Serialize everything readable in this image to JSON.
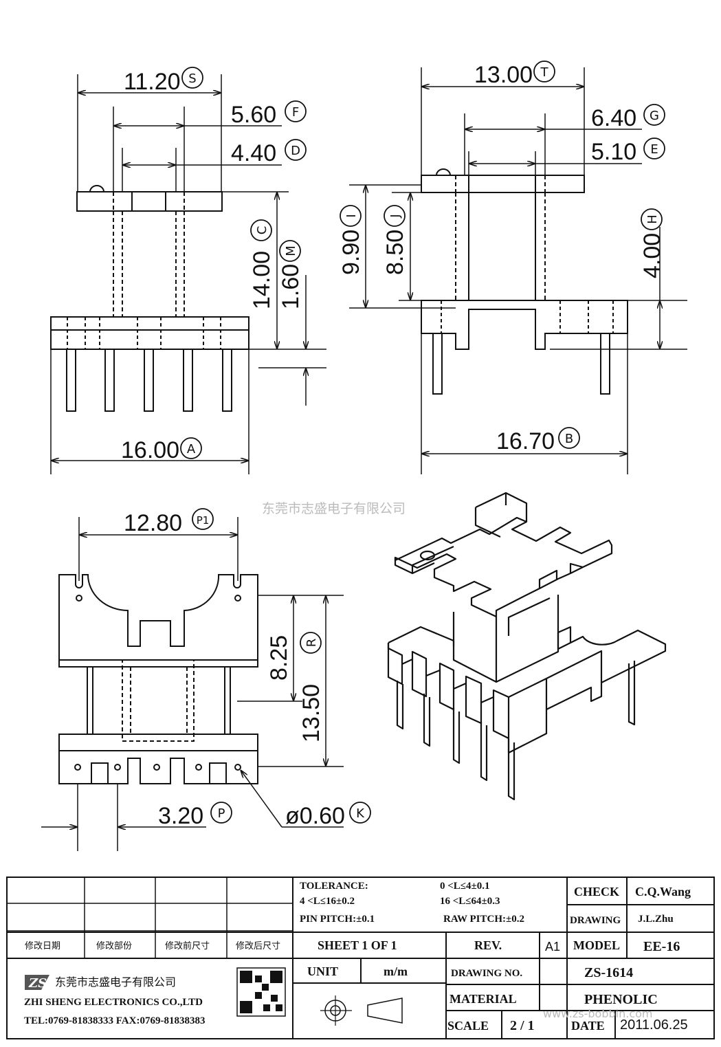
{
  "dims": {
    "S": {
      "value": "11.20",
      "letter": "S"
    },
    "F": {
      "value": "5.60",
      "letter": "F"
    },
    "D": {
      "value": "4.40",
      "letter": "D"
    },
    "C": {
      "value": "14.00",
      "letter": "C"
    },
    "M": {
      "value": "1.60",
      "letter": "M"
    },
    "A": {
      "value": "16.00",
      "letter": "A"
    },
    "T": {
      "value": "13.00",
      "letter": "T"
    },
    "G": {
      "value": "6.40",
      "letter": "G"
    },
    "E": {
      "value": "5.10",
      "letter": "E"
    },
    "I": {
      "value": "9.90",
      "letter": "I"
    },
    "J": {
      "value": "8.50",
      "letter": "J"
    },
    "H": {
      "value": "4.00",
      "letter": "H"
    },
    "B": {
      "value": "16.70",
      "letter": "B"
    },
    "P1": {
      "value": "12.80",
      "letter": "P1"
    },
    "R1": {
      "value": "8.25"
    },
    "R": {
      "value": "13.50",
      "letter": "R"
    },
    "P": {
      "value": "3.20",
      "letter": "P"
    },
    "K": {
      "value": "ø0.60",
      "letter": "K"
    }
  },
  "watermark": "东莞市志盛电子有限公司",
  "title_block": {
    "tolerance_label": "TOLERANCE:",
    "tol_1": "0 <L≤4±0.1",
    "tol_2": "4 <L≤16±0.2",
    "tol_3": "16 <L≤64±0.3",
    "pin_pitch": "PIN PITCH:±0.1",
    "raw_pitch": "RAW PITCH:±0.2",
    "check_label": "CHECK",
    "check_value": "C.Q.Wang",
    "drawing_label": "DRAWING",
    "drawing_value": "J.L.Zhu",
    "rev_cols": [
      "修改日期",
      "修改部份",
      "修改前尺寸",
      "修改后尺寸"
    ],
    "sheet": "SHEET  1  OF  1",
    "rev_label": "REV.",
    "rev_value": "A1",
    "model_label": "MODEL",
    "model_value": "EE-16",
    "company_cn": "东莞市志盛电子有限公司",
    "company_en": "ZHI SHENG  ELECTRONICS CO.,LTD",
    "tel": "TEL:0769-81838333 FAX:0769-81838383",
    "logo_text": "ZS",
    "unit_label": "UNIT",
    "unit_value": "m/m",
    "drawing_no_label": "DRAWING  NO.",
    "drawing_no_value": "ZS-1614",
    "material_label": "MATERIAL",
    "material_value": "PHENOLIC",
    "scale_label": "SCALE",
    "scale_value": "2  /  1",
    "date_label": "DATE",
    "date_value": "2011.06.25",
    "url_watermark": "www.zs-bobbin.com"
  }
}
